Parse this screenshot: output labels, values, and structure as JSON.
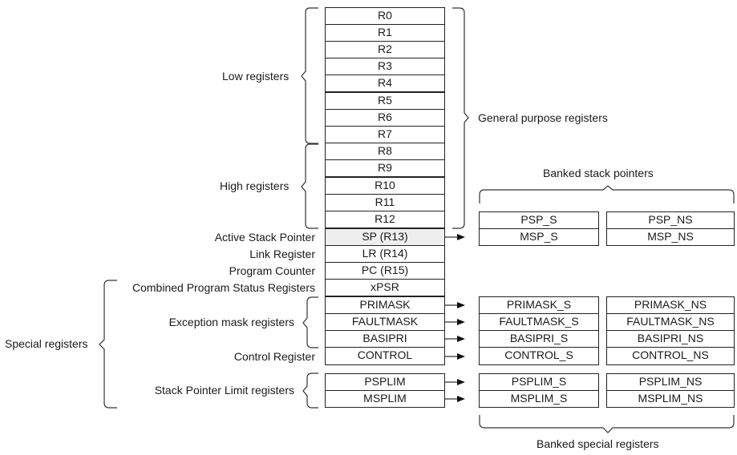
{
  "core_registers": [
    {
      "name": "R0"
    },
    {
      "name": "R1"
    },
    {
      "name": "R2"
    },
    {
      "name": "R3"
    },
    {
      "name": "R4"
    },
    {
      "name": "R5"
    },
    {
      "name": "R6"
    },
    {
      "name": "R7"
    },
    {
      "name": "R8"
    },
    {
      "name": "R9"
    },
    {
      "name": "R10"
    },
    {
      "name": "R11"
    },
    {
      "name": "R12"
    },
    {
      "name": "SP (R13)"
    },
    {
      "name": "LR (R14)"
    },
    {
      "name": "PC (R15)"
    },
    {
      "name": "xPSR"
    },
    {
      "name": "PRIMASK"
    },
    {
      "name": "FAULTMASK"
    },
    {
      "name": "BASIPRI"
    },
    {
      "name": "CONTROL"
    },
    {
      "name": "PSPLIM"
    },
    {
      "name": "MSPLIM"
    }
  ],
  "labels": {
    "low_registers": "Low registers",
    "high_registers": "High registers",
    "general_purpose": "General purpose registers",
    "active_stack_pointer": "Active Stack Pointer",
    "link_register": "Link Register",
    "program_counter": "Program Counter",
    "combined_psr": "Combined Program Status Registers",
    "exception_mask": "Exception mask registers",
    "control_register": "Control Register",
    "special_registers": "Special registers",
    "stack_pointer_limit": "Stack Pointer Limit registers",
    "banked_stack_pointers": "Banked stack pointers",
    "banked_special_registers": "Banked special registers"
  },
  "banked_stack": {
    "secure": [
      "PSP_S",
      "MSP_S"
    ],
    "non_secure": [
      "PSP_NS",
      "MSP_NS"
    ]
  },
  "banked_special": {
    "secure": [
      "PRIMASK_S",
      "FAULTMASK_S",
      "BASIPRI_S",
      "CONTROL_S"
    ],
    "non_secure": [
      "PRIMASK_NS",
      "FAULTMASK_NS",
      "BASIPRI_NS",
      "CONTROL_NS"
    ]
  },
  "banked_limit": {
    "secure": [
      "PSPLIM_S",
      "MSPLIM_S"
    ],
    "non_secure": [
      "PSPLIM_NS",
      "MSPLIM_NS"
    ]
  },
  "highlight_color": "#eeeeee"
}
